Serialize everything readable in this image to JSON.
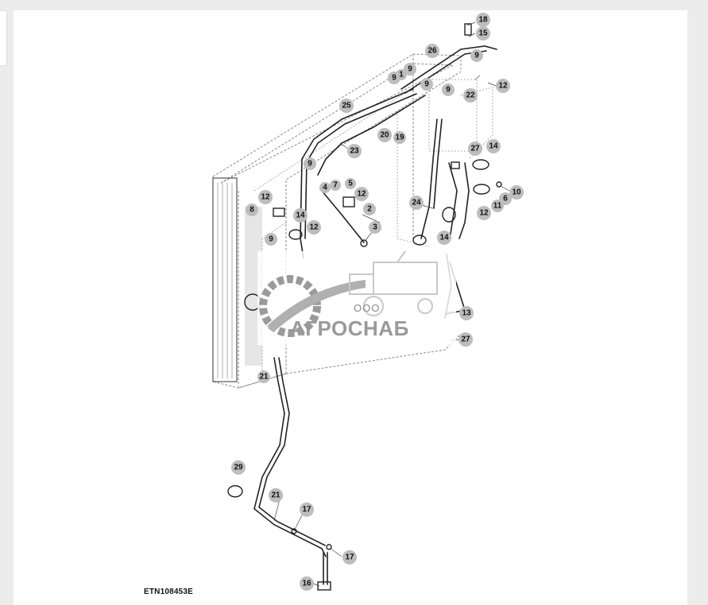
{
  "figure_label": "ETN108453E",
  "watermark": {
    "prefix": "ООО",
    "name": "АГРОСНАБ"
  },
  "callouts": [
    "18",
    "15",
    "26",
    "9",
    "1",
    "9",
    "9",
    "9",
    "9",
    "12",
    "22",
    "25",
    "20",
    "19",
    "23",
    "27",
    "14",
    "9",
    "4",
    "7",
    "5",
    "12",
    "12",
    "10",
    "6",
    "11",
    "8",
    "14",
    "2",
    "3",
    "24",
    "12",
    "14",
    "12",
    "9",
    "13",
    "27",
    "21",
    "29",
    "21",
    "17",
    "17",
    "16"
  ],
  "colors": {
    "line": "#222222",
    "dashed": "#888888",
    "callout_fill": "#bdbdbd",
    "background": "#ececec",
    "sheet": "#ffffff"
  }
}
